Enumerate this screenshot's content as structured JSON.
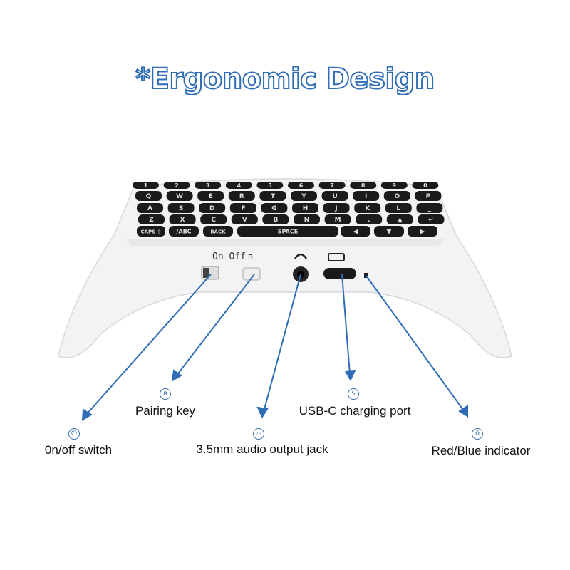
{
  "title": "*Ergonomic Design",
  "keyboard": {
    "rows": [
      [
        "1",
        "2",
        "3",
        "4",
        "5",
        "6",
        "7",
        "8",
        "9",
        "0"
      ],
      [
        "Q",
        "W",
        "E",
        "R",
        "T",
        "Y",
        "U",
        "I",
        "O",
        "P"
      ],
      [
        "A",
        "S",
        "D",
        "F",
        "G",
        "H",
        "J",
        "K",
        "L",
        "_"
      ],
      [
        "Z",
        "X",
        "C",
        "V",
        "B",
        "N",
        "M",
        ".",
        "▲",
        "↵"
      ]
    ],
    "bottom": {
      "caps": "CAPS ⇧",
      "abc": "/ABC",
      "back": "BACK",
      "space": "SPACE",
      "left": "◀",
      "down": "▼",
      "right": "▶"
    }
  },
  "device_labels": {
    "onoff": "On Off"
  },
  "callouts": [
    {
      "id": "onoff",
      "label": "0n/off switch",
      "icon": "power-icon",
      "glyph": "⏻"
    },
    {
      "id": "pairing",
      "label": "Pairing key",
      "icon": "bluetooth-icon",
      "glyph": "ʙ"
    },
    {
      "id": "audio",
      "label": "3.5mm audio output jack",
      "icon": "headphones-icon",
      "glyph": "∩"
    },
    {
      "id": "usbc",
      "label": "USB-C charging port",
      "icon": "lightning-icon",
      "glyph": "ϟ"
    },
    {
      "id": "indicator",
      "label": "Red/Blue indicator",
      "icon": "lightbulb-icon",
      "glyph": "ö"
    }
  ],
  "colors": {
    "accent": "#2f6db6",
    "key": "#1b1b1b",
    "body": "#f2f2f4"
  }
}
